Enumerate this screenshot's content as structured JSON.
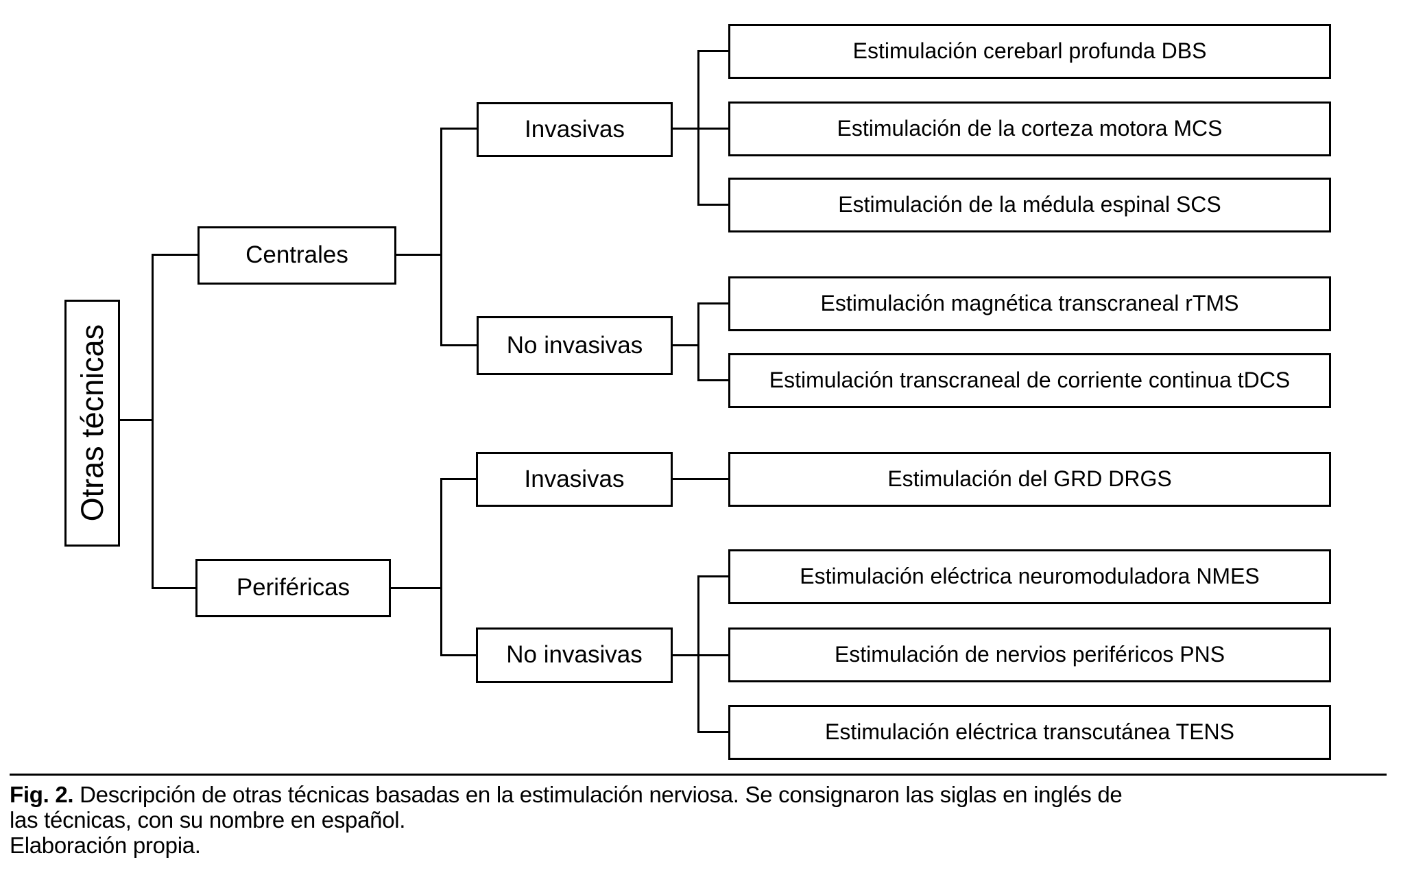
{
  "nodes": {
    "root": "Otras técnicas",
    "centrales": "Centrales",
    "perifericas": "Periféricas",
    "invasivas_centrales": "Invasivas",
    "no_invasivas_centrales": "No invasivas",
    "invasivas_perifericas": "Invasivas",
    "no_invasivas_perifericas": "No invasivas"
  },
  "leaves": [
    "Estimulación cerebarl profunda DBS",
    "Estimulación de la corteza motora MCS",
    "Estimulación de la médula espinal SCS",
    "Estimulación magnética transcraneal rTMS",
    "Estimulación transcraneal de corriente continua tDCS",
    "Estimulación del GRD DRGS",
    "Estimulación eléctrica neuromoduladora NMES",
    "Estimulación de nervios periféricos PNS",
    "Estimulación eléctrica transcutánea TENS"
  ],
  "caption": {
    "fig_label": "Fig. 2.",
    "line1_rest": " Descripción de otras técnicas basadas en la estimulación nerviosa. Se consignaron las siglas en inglés de",
    "line2": "las técnicas, con su nombre en español.",
    "line3": "Elaboración propia."
  },
  "colors": {
    "line": "#000000",
    "text": "#000000",
    "background": "#ffffff"
  }
}
